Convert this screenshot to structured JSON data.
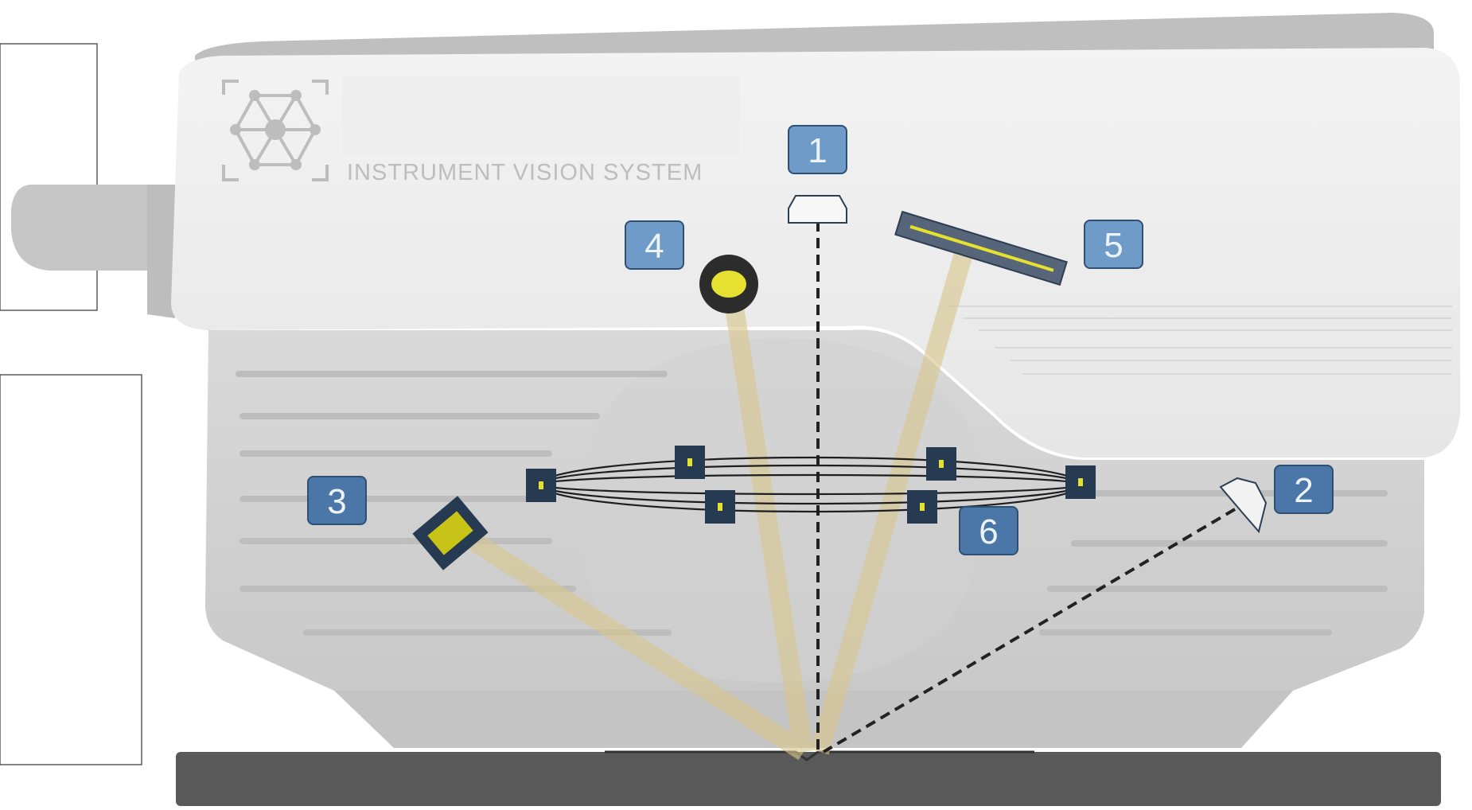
{
  "brand": {
    "name": "INSTRUMENT VISION SYSTEM",
    "logo_icon": "hexagon-network-icon"
  },
  "components": [
    {
      "id": "1",
      "label": "1",
      "icon": "camera-top-icon"
    },
    {
      "id": "2",
      "label": "2",
      "icon": "camera-side-icon"
    },
    {
      "id": "3",
      "label": "3",
      "icon": "light-source-left-icon"
    },
    {
      "id": "4",
      "label": "4",
      "icon": "spot-light-icon"
    },
    {
      "id": "5",
      "label": "5",
      "icon": "line-light-icon"
    },
    {
      "id": "6",
      "label": "6",
      "icon": "ring-light-icon"
    }
  ],
  "colors": {
    "badge_light": "#6f9bc9",
    "badge_dark": "#3f6a99",
    "led_yellow": "#e6e030",
    "beam": "#d9c78e",
    "housing": "#d6d6d6",
    "cover": "#eeeeee",
    "base": "#595959"
  }
}
